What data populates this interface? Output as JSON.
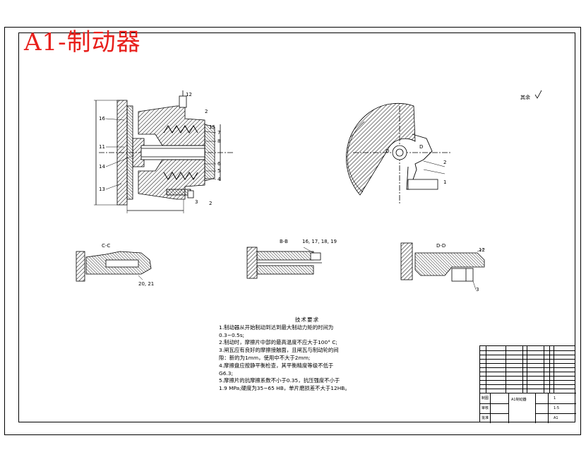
{
  "drawing": {
    "title": "A1-制动器",
    "surface_finish": "其余",
    "main_view_labels": [
      "16",
      "11",
      "14",
      "13",
      "12",
      "3",
      "2",
      "7",
      "8",
      "6",
      "5",
      "4",
      "15",
      "2"
    ],
    "side_view_labels": [
      "D",
      "2",
      "1",
      "D"
    ],
    "section_views": [
      {
        "name": "C-C",
        "labels": [
          "20, 21"
        ]
      },
      {
        "name": "B-B",
        "labels": [
          "16, 17, 18, 19"
        ]
      },
      {
        "name": "D-D",
        "labels": [
          "12",
          "3"
        ]
      }
    ]
  },
  "technical_notes": {
    "title": "技术要求",
    "lines": [
      "1.制动器从开始制动到达到最大制动力矩的时间为",
      "0.3~0.5s;",
      "2.制动时，摩擦片中部的最高温度不应大于100° C;",
      "3.闸瓦应有良好的摩擦接触面，且闸瓦与制动轮的间",
      "隙：新的为1mm，使用中不大于2mm;",
      "4.摩擦盘应按静平衡检查，其平衡精度等级不低于",
      "G6.3;",
      "5.摩擦片的抗摩擦系数不小于0.35，抗压强度不小于",
      "1.9 MPa;硬度为35~65 HB，单片磨损差不大于12HB。"
    ]
  },
  "title_block": {
    "lower_left": [
      "制图",
      "审核",
      "批准"
    ],
    "center": "A1制动器",
    "right_values": [
      "1",
      "1:5",
      "A1"
    ]
  }
}
